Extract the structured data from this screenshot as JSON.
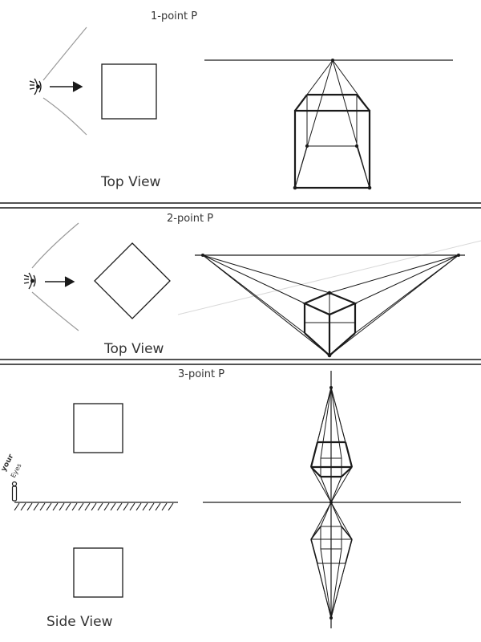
{
  "panels": {
    "one_point": {
      "title": "1-point P",
      "caption": "Top View"
    },
    "two_point": {
      "title": "2-point P",
      "caption": "Top View"
    },
    "three_point": {
      "title": "3-point P",
      "caption": "Side View",
      "figure_label_1": "your",
      "figure_label_2": "Eyes"
    }
  },
  "colors": {
    "ink": "#1a1a1a",
    "guide": "#9a9a9a",
    "faint": "#d8d8d8",
    "background": "#ffffff"
  }
}
